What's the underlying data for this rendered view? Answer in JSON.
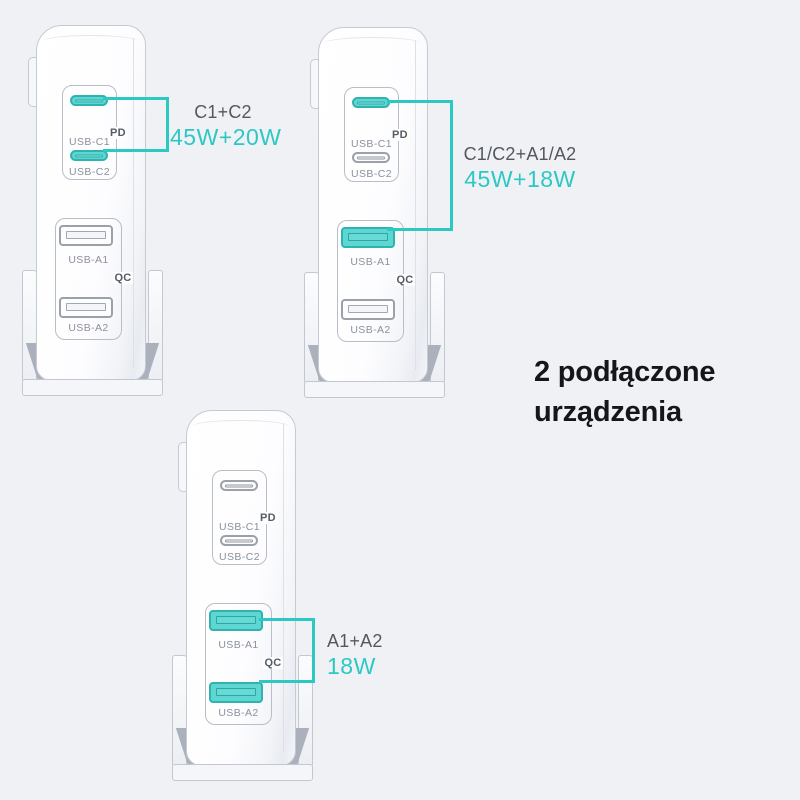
{
  "colors": {
    "background": "#F0F1F5",
    "accent": "#2BC8C4",
    "port_highlight": "#5FD6D1",
    "body_outline": "#C5CAD3",
    "port_label_gray": "#8B919B",
    "callout_label_gray": "#53585F",
    "heading_color": "#141619"
  },
  "heading": "2 podłączone urządzenia",
  "labels": {
    "usb_c1": "USB-C1",
    "usb_c2": "USB-C2",
    "usb_a1": "USB-A1",
    "usb_a2": "USB-A2",
    "pd": "PD",
    "qc": "QC"
  },
  "chargers": [
    {
      "name": "charger-c1-c2",
      "highlighted_ports": [
        "c1",
        "c2"
      ],
      "callout": {
        "label": "C1+C2",
        "value": "45W+20W"
      }
    },
    {
      "name": "charger-c1-a1",
      "highlighted_ports": [
        "c1",
        "a1"
      ],
      "callout": {
        "label": "C1/C2+A1/A2",
        "value": "45W+18W"
      }
    },
    {
      "name": "charger-a1-a2",
      "highlighted_ports": [
        "a1",
        "a2"
      ],
      "callout": {
        "label": "A1+A2",
        "value": "18W"
      }
    }
  ]
}
